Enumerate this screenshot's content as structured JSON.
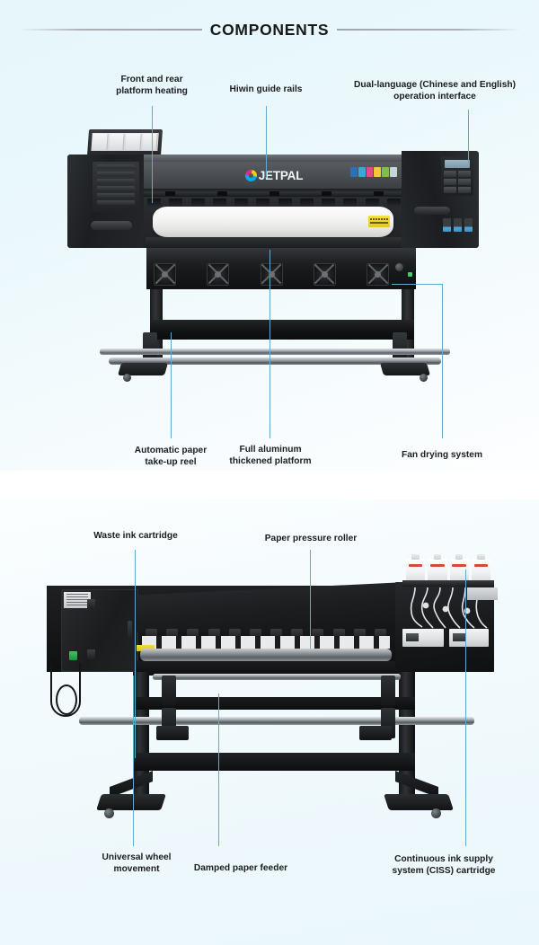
{
  "header": {
    "title": "COMPONENTS"
  },
  "sections": [
    {
      "id": "front-view",
      "view_name": "front view",
      "callouts": [
        {
          "id": "front-rear-platform-heating",
          "label": "Front and rear\nplatform heating",
          "position": "top-left"
        },
        {
          "id": "hiwin-guide-rails",
          "label": "Hiwin guide rails",
          "position": "top-center"
        },
        {
          "id": "dual-language-interface",
          "label": "Dual-language (Chinese and English)\noperation interface",
          "position": "top-right"
        },
        {
          "id": "automatic-paper-take-up-reel",
          "label": "Automatic paper\ntake-up reel",
          "position": "bottom-left"
        },
        {
          "id": "full-aluminum-thickened-platform",
          "label": "Full aluminum\nthickened platform",
          "position": "bottom-center"
        },
        {
          "id": "fan-drying-system",
          "label": "Fan drying system",
          "position": "bottom-right"
        }
      ],
      "printer": {
        "brand": "JETPAL",
        "fan_count": 5,
        "color_chips": [
          "#2f6fb5",
          "#39a7d8",
          "#e24a8b",
          "#f2c73c",
          "#7fbf46",
          "#c8d4dc"
        ]
      }
    },
    {
      "id": "rear-view",
      "view_name": "rear view",
      "callouts": [
        {
          "id": "waste-ink-cartridge",
          "label": "Waste ink cartridge",
          "position": "top-left"
        },
        {
          "id": "paper-pressure-roller",
          "label": "Paper pressure roller",
          "position": "top-center"
        },
        {
          "id": "universal-wheel-movement",
          "label": "Universal wheel\nmovement",
          "position": "bottom-left"
        },
        {
          "id": "damped-paper-feeder",
          "label": "Damped paper feeder",
          "position": "bottom-center"
        },
        {
          "id": "continuous-ink-supply",
          "label": "Continuous ink supply\nsystem (CISS) cartridge",
          "position": "bottom-right"
        }
      ],
      "printer": {
        "ink_bottle_count": 4
      }
    }
  ],
  "colors": {
    "leader_line": "#5badd6",
    "background_top": "#e8f7fb",
    "background_bottom": "#f2fafd",
    "text": "#1a1c1e",
    "rule": "#aab2b6"
  }
}
